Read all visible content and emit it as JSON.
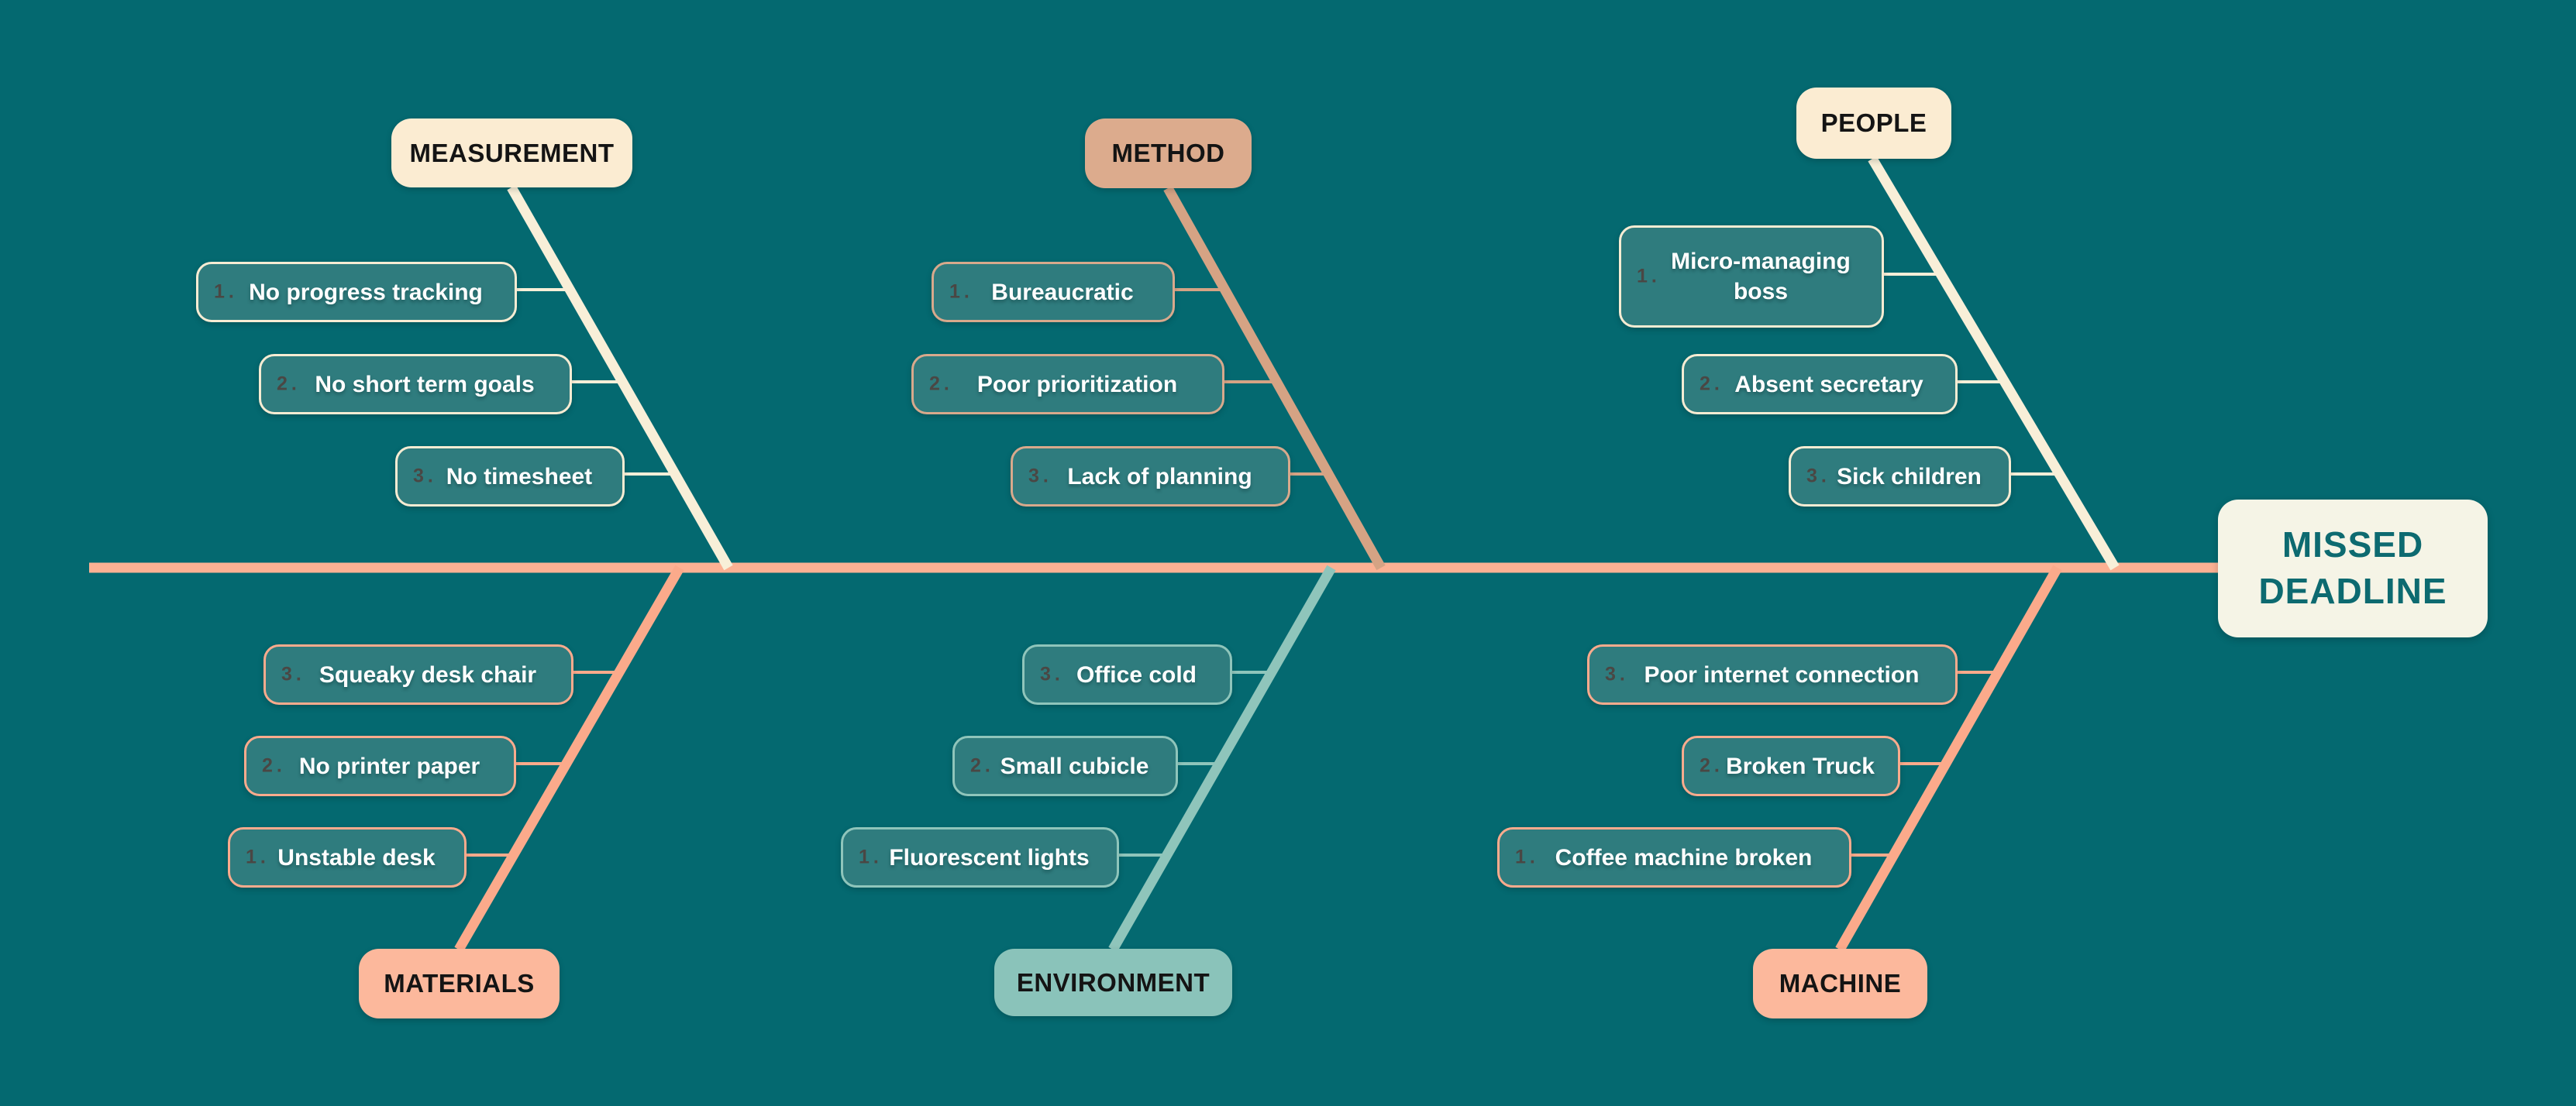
{
  "effect": {
    "label": "MISSED DEADLINE"
  },
  "categories": [
    {
      "label": "MEASUREMENT",
      "position": "top",
      "theme": "cream",
      "items": [
        {
          "num": "1.",
          "label": "No progress tracking"
        },
        {
          "num": "2.",
          "label": "No short term goals"
        },
        {
          "num": "3.",
          "label": "No timesheet"
        }
      ]
    },
    {
      "label": "METHOD",
      "position": "top",
      "theme": "tan",
      "items": [
        {
          "num": "1.",
          "label": "Bureaucratic"
        },
        {
          "num": "2.",
          "label": "Poor prioritization"
        },
        {
          "num": "3.",
          "label": "Lack of planning"
        }
      ]
    },
    {
      "label": "PEOPLE",
      "position": "top",
      "theme": "cream",
      "items": [
        {
          "num": "1.",
          "label": "Micro-managing boss"
        },
        {
          "num": "2.",
          "label": "Absent secretary"
        },
        {
          "num": "3.",
          "label": "Sick children"
        }
      ]
    },
    {
      "label": "MATERIALS",
      "position": "bottom",
      "theme": "salmon",
      "items": [
        {
          "num": "3.",
          "label": "Squeaky desk chair"
        },
        {
          "num": "2.",
          "label": "No printer paper"
        },
        {
          "num": "1.",
          "label": "Unstable desk"
        }
      ]
    },
    {
      "label": "ENVIRONMENT",
      "position": "bottom",
      "theme": "light_teal",
      "items": [
        {
          "num": "3.",
          "label": "Office cold"
        },
        {
          "num": "2.",
          "label": "Small cubicle"
        },
        {
          "num": "1.",
          "label": "Fluorescent lights"
        }
      ]
    },
    {
      "label": "MACHINE",
      "position": "bottom",
      "theme": "salmon",
      "items": [
        {
          "num": "3.",
          "label": "Poor internet connection"
        },
        {
          "num": "2.",
          "label": "Broken Truck"
        },
        {
          "num": "1.",
          "label": "Coffee machine broken"
        }
      ]
    }
  ],
  "colors": {
    "background": "#046970",
    "spine": "#fcb193",
    "branch_cream": "#f8efd8",
    "branch_tan": "#d5a384",
    "branch_salmon": "#fbaa8b",
    "branch_light_teal": "#8fc5bb",
    "pill_fill": "#2f7c7e",
    "pill_text": "#ffffff",
    "number_text": "#4f3e3a",
    "header_cream": "#fbecd2",
    "header_tan": "#dcab8d",
    "header_salmon": "#fcb89c",
    "header_light_teal": "#8ac3ba",
    "effect_fill": "#f5f4e6",
    "effect_text": "#0d6a70"
  }
}
